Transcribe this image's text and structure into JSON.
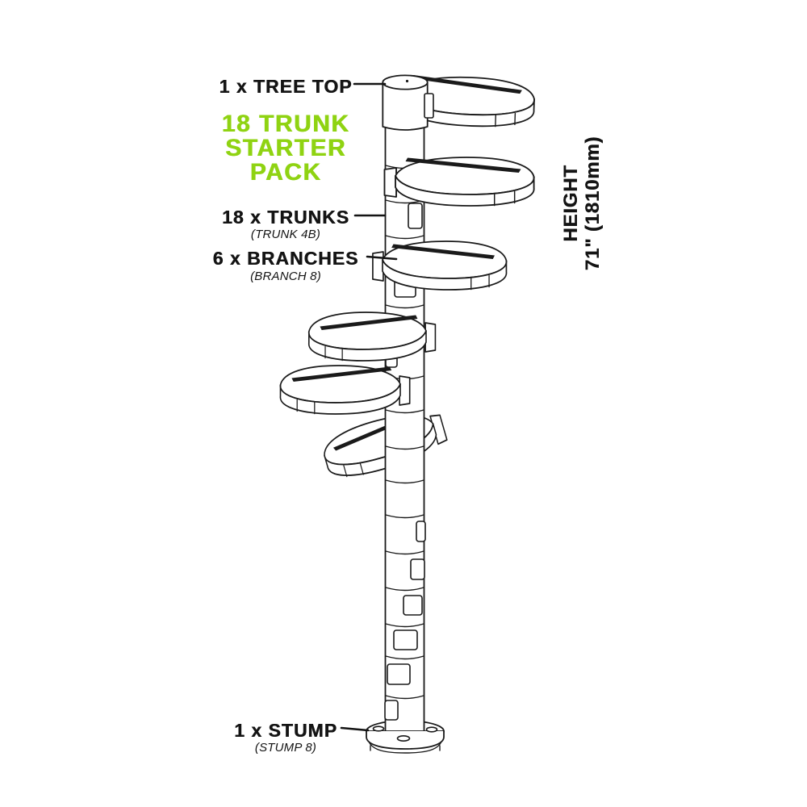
{
  "product": {
    "name_lines": [
      "18 TRUNK",
      "STARTER",
      "PACK"
    ]
  },
  "callouts": {
    "tree_top": {
      "label": "1 x TREE TOP"
    },
    "trunks": {
      "label": "18 x TRUNKS",
      "sublabel": "(TRUNK 4B)"
    },
    "branches": {
      "label": "6 x BRANCHES",
      "sublabel": "(BRANCH 8)"
    },
    "stump": {
      "label": "1 x STUMP",
      "sublabel": "(STUMP 8)"
    }
  },
  "dimensions": {
    "height_label": "HEIGHT",
    "height_value": "71\" (1810mm)"
  },
  "illustration": {
    "parts": [
      "tree-top-cap",
      "trunk-pole",
      "branch-platforms",
      "stump-base"
    ],
    "branch_platforms_shown": 6
  },
  "colors": {
    "accent_green": "#8FD312",
    "ink": "#141414",
    "line": "#1a1a1a",
    "background": "#ffffff"
  }
}
